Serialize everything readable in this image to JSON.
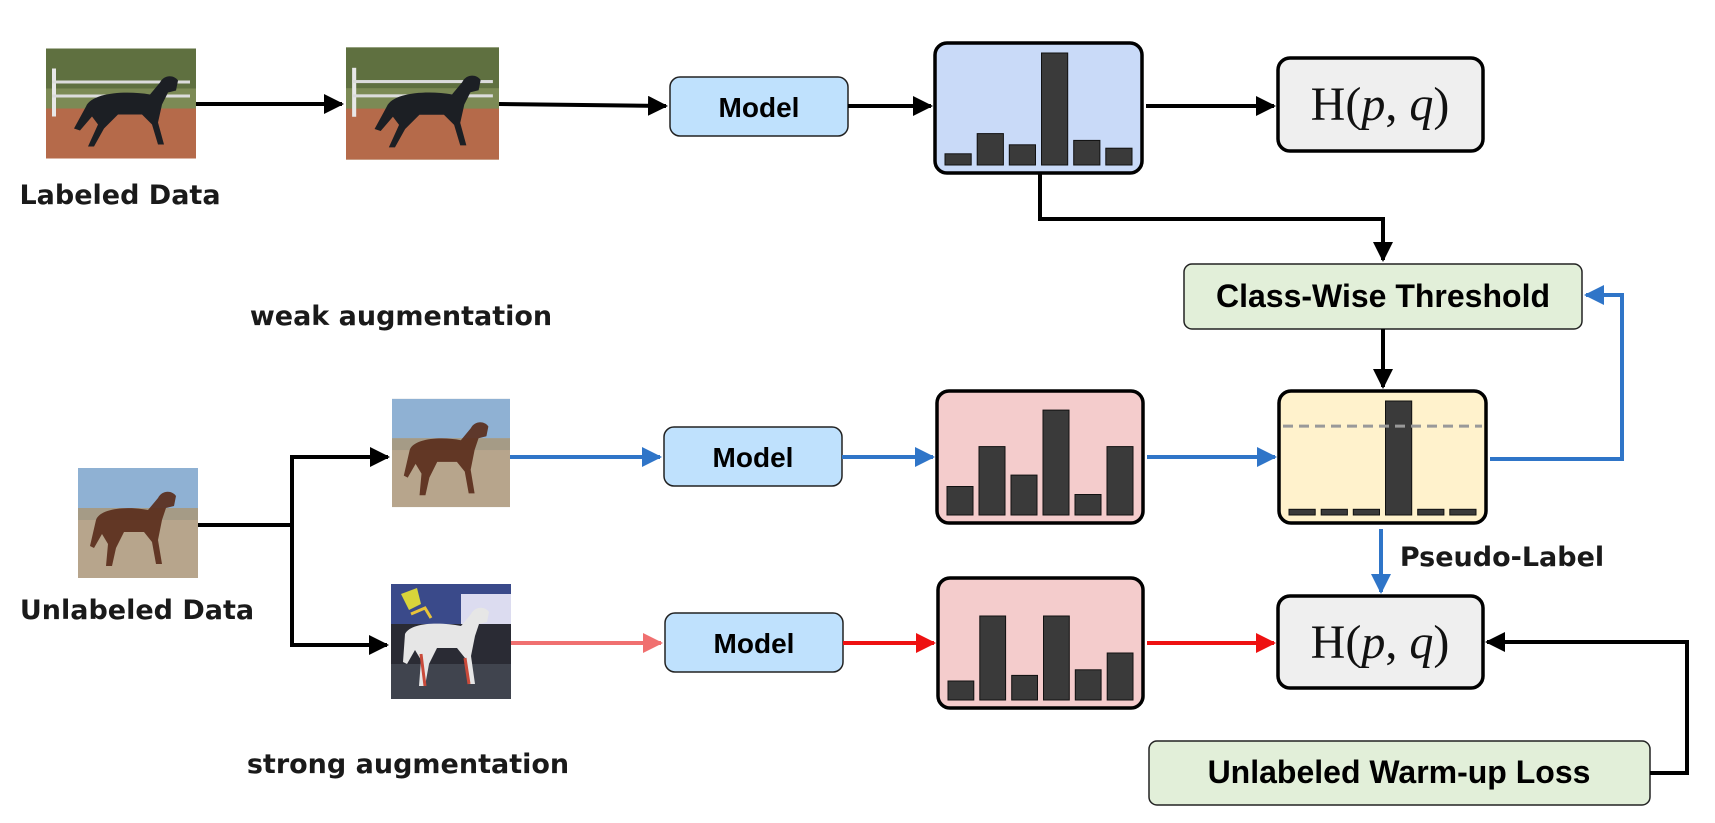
{
  "labels": {
    "labeled_data": "Labeled Data",
    "unlabeled_data": "Unlabeled Data",
    "weak_aug": "weak augmentation",
    "strong_aug": "strong augmentation",
    "pseudo_label": "Pseudo-Label"
  },
  "boxes": {
    "model_top": "Model",
    "model_weak": "Model",
    "model_strong": "Model",
    "threshold": "Class-Wise Threshold",
    "warmup": "Unlabeled Warm-up Loss"
  },
  "loss": {
    "H": "H(",
    "p": "p",
    "comma": ", ",
    "q": "q",
    "close": ")"
  },
  "histograms": {
    "labeled": [
      0.1,
      0.28,
      0.18,
      1.0,
      0.22,
      0.15
    ],
    "weak": [
      0.25,
      0.6,
      0.35,
      0.92,
      0.18,
      0.6
    ],
    "strong": [
      0.17,
      0.75,
      0.22,
      0.75,
      0.27,
      0.42
    ],
    "pseudo": [
      0.05,
      0.05,
      0.05,
      1.0,
      0.05,
      0.05
    ],
    "threshold_level": 0.78
  },
  "colors": {
    "labeled_hist_bg": "#c9daf8",
    "unlabeled_hist_bg": "#f4cccc",
    "pseudo_hist_bg": "#fff2cc",
    "model_bg": "#bfe1fd",
    "green_box_bg": "#e2efd9",
    "loss_box_bg": "#efefef",
    "bar": "#3a3a3a",
    "blue_arrow": "#2f75c8",
    "red_arrow": "#ee1111",
    "light_red_arrow": "#f07070",
    "black_arrow": "#000000"
  },
  "icons": {
    "labeled_img": "horse-photo",
    "weak_img": "horse-photo-blurred",
    "strong_img": "horse-photo-strong-augmented",
    "unlabeled_img": "horse-photo"
  }
}
